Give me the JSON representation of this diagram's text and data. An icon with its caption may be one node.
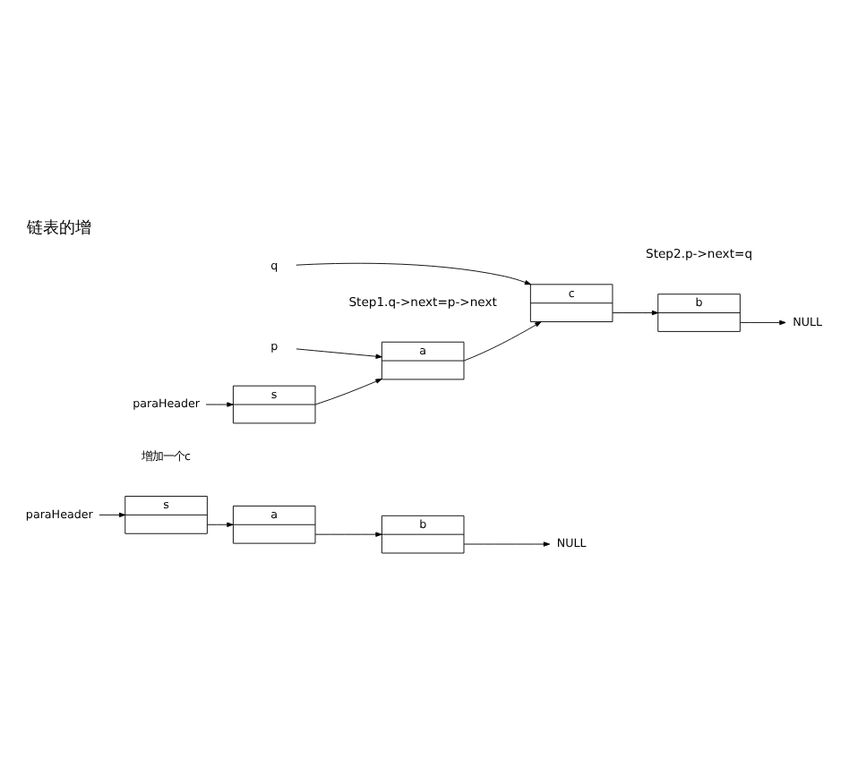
{
  "diagram": {
    "title": "链表的增",
    "nodes": [
      {
        "text": [
          "s"
        ]
      },
      {
        "text": [
          "a"
        ]
      },
      {
        "text": [
          "b"
        ]
      },
      {
        "text": [
          "NULL"
        ]
      },
      {
        "text": [
          "paraHeader"
        ]
      },
      {
        "text": [
          "s"
        ]
      },
      {
        "text": [
          "a"
        ]
      },
      {
        "text": [
          "b"
        ]
      },
      {
        "text": [
          "NULL"
        ]
      },
      {
        "text": [
          "p"
        ]
      },
      {
        "text": [
          "c"
        ]
      },
      {
        "text": [
          "q"
        ]
      },
      {
        "text": [
          "paraHeader"
        ]
      }
    ],
    "edges": [
      {
        "from": 0,
        "to": 1,
        "arrow": "to"
      },
      {
        "from": 1,
        "to": 2,
        "arrow": "to"
      },
      {
        "from": 2,
        "to": 3,
        "arrow": "to"
      },
      {
        "from": 4,
        "to": 0,
        "arrow": "to"
      },
      {
        "from": 5,
        "to": 6,
        "arrow": "to"
      },
      {
        "from": 9,
        "to": 6,
        "arrow": "to"
      },
      {
        "from": 6,
        "to": 10,
        "arrow": "to"
      },
      {
        "from": 10,
        "to": 7,
        "arrow": "to"
      },
      {
        "from": 7,
        "to": 8,
        "arrow": "to"
      },
      {
        "from": 11,
        "to": 10,
        "arrow": "to"
      },
      {
        "from": 12,
        "to": 5,
        "arrow": "to"
      }
    ],
    "labels": [
      "增加一个c",
      "Step1.q->next=p->next",
      "Step2.p->next=q"
    ]
  }
}
